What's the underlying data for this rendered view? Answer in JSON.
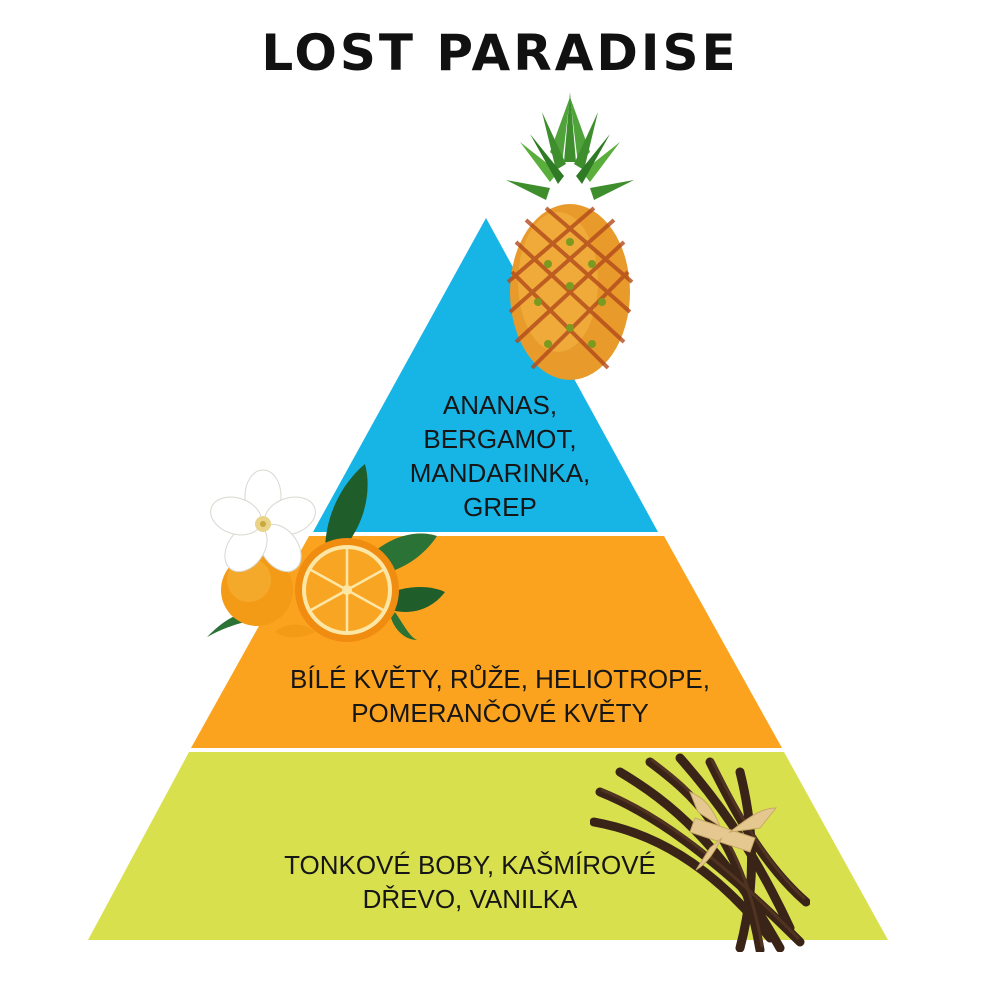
{
  "title": "LOST PARADISE",
  "colors": {
    "top": "#17B4E6",
    "middle": "#FBA31F",
    "base": "#D9E04E",
    "text": "#161616"
  },
  "tiers": {
    "top": {
      "lines": [
        "ANANAS,",
        "BERGAMOT,",
        "MANDARINKA,",
        "GREP"
      ],
      "illustration": "pineapple-icon"
    },
    "middle": {
      "lines": [
        "BÍLÉ KVĚTY, RŮŽE, HELIOTROPE,",
        "POMERANČOVÉ KVĚTY"
      ],
      "illustration": "orange-blossom-icon"
    },
    "base": {
      "lines": [
        "TONKOVÉ BOBY, KAŠMÍROVÉ",
        "DŘEVO, VANILKA"
      ],
      "illustration": "vanilla-pods-icon"
    }
  }
}
